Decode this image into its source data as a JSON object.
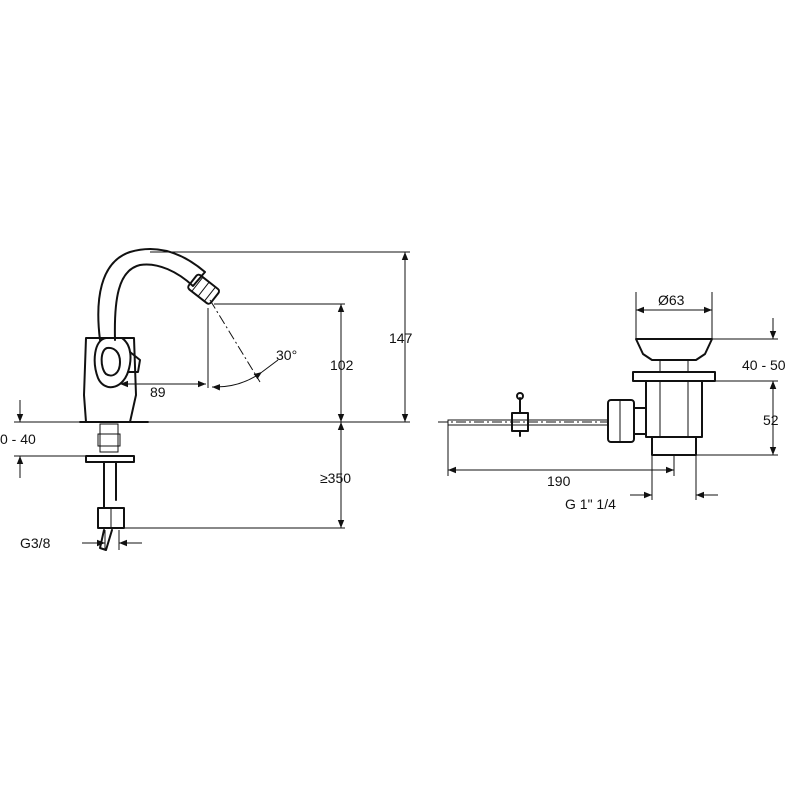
{
  "tap": {
    "dims": {
      "total_height": "147",
      "spout_height": "102",
      "spout_reach": "89",
      "angle": "30°",
      "deck_thickness": "0 - 40",
      "hose_length": "≥350",
      "connection": "G3/8"
    }
  },
  "waste": {
    "dims": {
      "diameter": "Ø63",
      "plug_height": "40 - 50",
      "body_height": "52",
      "rod_length": "190",
      "thread": "G 1\" 1/4"
    }
  }
}
